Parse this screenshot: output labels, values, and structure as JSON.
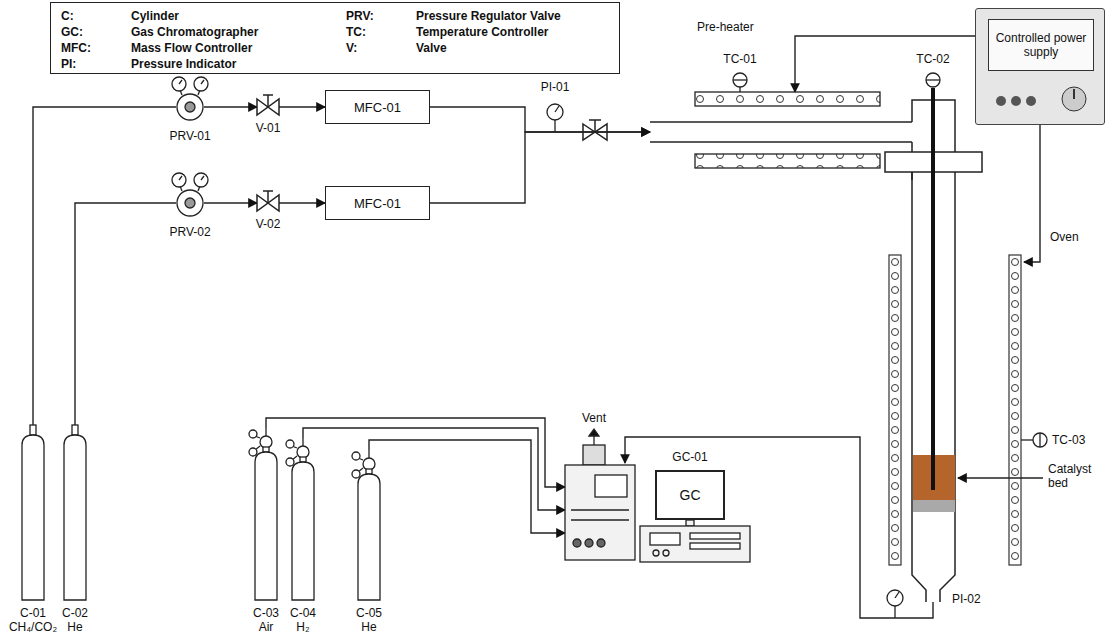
{
  "diagram": {
    "nodes": [
      {
        "text": [
          "C:",
          "Cylinder",
          "PRV:",
          "Pressure Regulator Valve",
          "GC:",
          "Gas Chromatographer",
          "TC:",
          "Temperature Controller",
          "MFC:",
          "Mass Flow Controller",
          "V:",
          "Valve",
          "PI:",
          "Pressure Indicator"
        ]
      },
      {
        "text": [
          "Controlled power supply"
        ]
      },
      {
        "text": [
          "PRV-01"
        ]
      },
      {
        "text": [
          "V-01"
        ]
      },
      {
        "text": [
          "MFC-01"
        ]
      },
      {
        "text": [
          "Pre-heater"
        ]
      },
      {
        "text": [
          "PRV-02"
        ]
      },
      {
        "text": [
          "V-02"
        ]
      },
      {
        "text": [
          "MFC-01"
        ]
      },
      {
        "text": [
          "Vent"
        ]
      },
      {
        "text": [
          "GC-01",
          "GC"
        ]
      },
      {
        "text": [
          "C-01",
          "CH₄/CO₂"
        ]
      },
      {
        "text": [
          "C-02",
          "He"
        ]
      },
      {
        "text": [
          "C-03",
          "Air"
        ]
      },
      {
        "text": [
          "C-04",
          "H₂"
        ]
      },
      {
        "text": [
          "C-05",
          "He"
        ]
      }
    ],
    "edges": [
      {
        "from": 11,
        "to": 2,
        "arrow": "none"
      },
      {
        "from": 12,
        "to": 6,
        "arrow": "none"
      },
      {
        "from": 2,
        "to": 3,
        "arrow": "to"
      },
      {
        "from": 3,
        "to": 4,
        "arrow": "to"
      },
      {
        "from": 6,
        "to": 7,
        "arrow": "to"
      },
      {
        "from": 7,
        "to": 8,
        "arrow": "to"
      },
      {
        "from": 4,
        "to": 5,
        "arrow": "to"
      },
      {
        "from": 8,
        "to": 5,
        "arrow": "to"
      },
      {
        "from": 1,
        "to": 5,
        "arrow": "to"
      },
      {
        "from": 13,
        "to": 9,
        "arrow": "to"
      },
      {
        "from": 14,
        "to": 9,
        "arrow": "to"
      },
      {
        "from": 15,
        "to": 9,
        "arrow": "to"
      }
    ],
    "labels": [
      "TC-01",
      "TC-02",
      "PI-01",
      "Oven",
      "TC-03",
      "Catalyst bed",
      "PI-02"
    ]
  }
}
